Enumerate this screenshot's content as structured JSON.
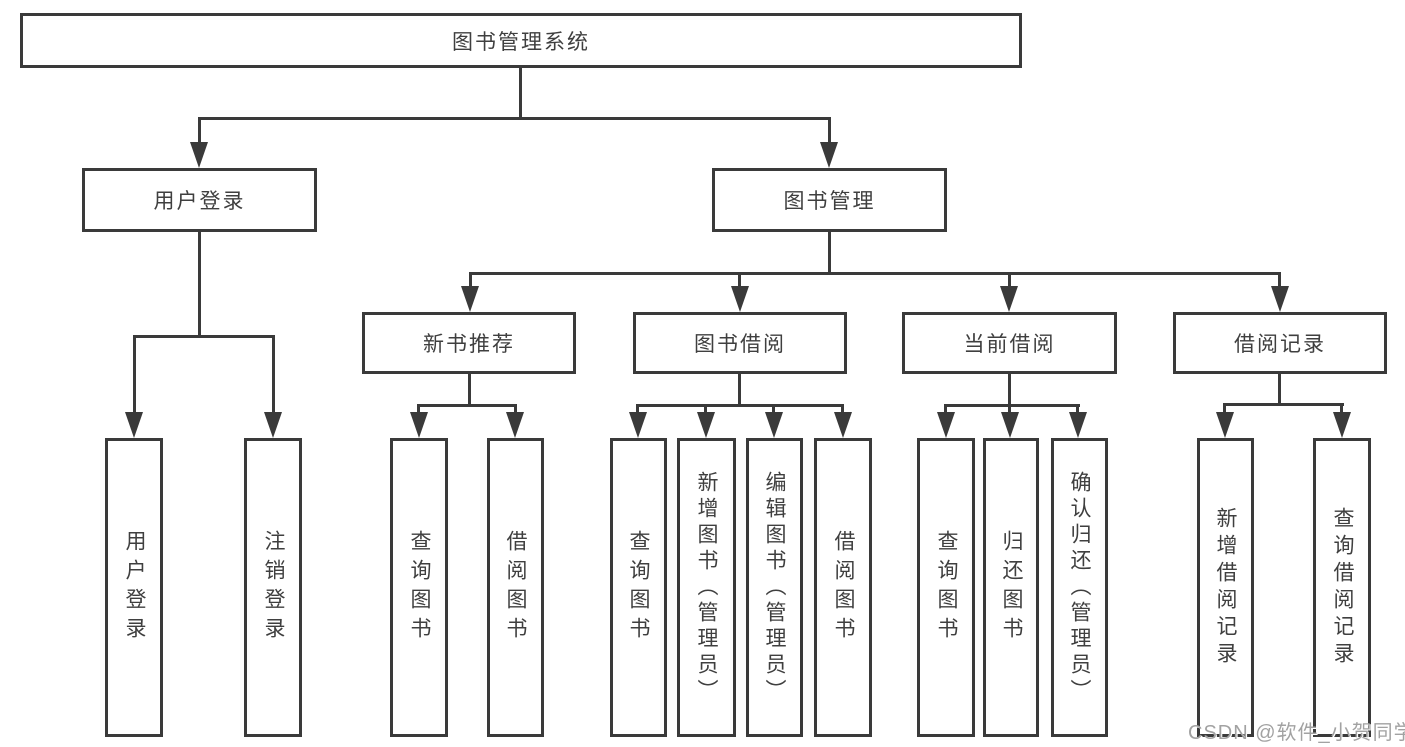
{
  "diagram": {
    "root": {
      "label": "图书管理系统"
    },
    "level2": [
      {
        "id": "user-login",
        "label": "用户登录"
      },
      {
        "id": "book-management",
        "label": "图书管理"
      }
    ],
    "level3": [
      {
        "id": "new-book-recommend",
        "label": "新书推荐"
      },
      {
        "id": "book-borrow",
        "label": "图书借阅"
      },
      {
        "id": "current-borrow",
        "label": "当前借阅"
      },
      {
        "id": "borrow-records",
        "label": "借阅记录"
      }
    ],
    "leaves": [
      {
        "id": "user-login-leaf",
        "label": "用户登录"
      },
      {
        "id": "user-logout-leaf",
        "label": "注销登录"
      },
      {
        "id": "query-book-1",
        "label": "查询图书"
      },
      {
        "id": "borrow-book-1",
        "label": "借阅图书"
      },
      {
        "id": "query-book-2",
        "label": "查询图书"
      },
      {
        "id": "add-book-admin",
        "label": "新增图书（管理员）"
      },
      {
        "id": "edit-book-admin",
        "label": "编辑图书（管理员）"
      },
      {
        "id": "borrow-book-2",
        "label": "借阅图书"
      },
      {
        "id": "query-book-3",
        "label": "查询图书"
      },
      {
        "id": "return-book",
        "label": "归还图书"
      },
      {
        "id": "confirm-return-admin",
        "label": "确认归还（管理员）"
      },
      {
        "id": "add-borrow-record",
        "label": "新增借阅记录"
      },
      {
        "id": "query-borrow-record",
        "label": "查询借阅记录"
      }
    ]
  },
  "watermark": {
    "text": "CSDN @软件_小贺同学"
  },
  "colors": {
    "line": "#3a3a3a",
    "text": "#3f3f3f",
    "background": "#ffffff",
    "watermark": "#a2a2a2"
  }
}
